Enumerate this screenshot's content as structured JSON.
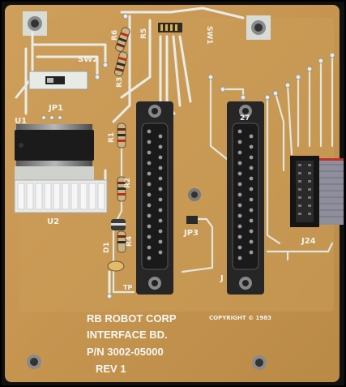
{
  "board": {
    "company": "RB ROBOT CORP",
    "product": "INTERFACE BD.",
    "part_number": "P/N 3002-05000",
    "revision": "REV 1",
    "copyright": "COPYRIGHT © 1983"
  },
  "labels": {
    "u1": "U1",
    "u2": "U2",
    "jp1": "JP1",
    "jp3": "JP3",
    "sw1": "SW1",
    "sw2": "SW2",
    "r1": "R1",
    "r2": "R2",
    "r3": "R3",
    "r4": "R4",
    "r5": "R5",
    "r6": "R6",
    "d1": "D1",
    "j_pin": "27",
    "j_letter": "J",
    "j24": "J24",
    "tp": "TP"
  },
  "colors": {
    "substrate": "#c99b58",
    "mask": "#b88a48",
    "silkscreen": "#eef2ee",
    "chip": "#1a1a1a",
    "background": "#000000"
  }
}
